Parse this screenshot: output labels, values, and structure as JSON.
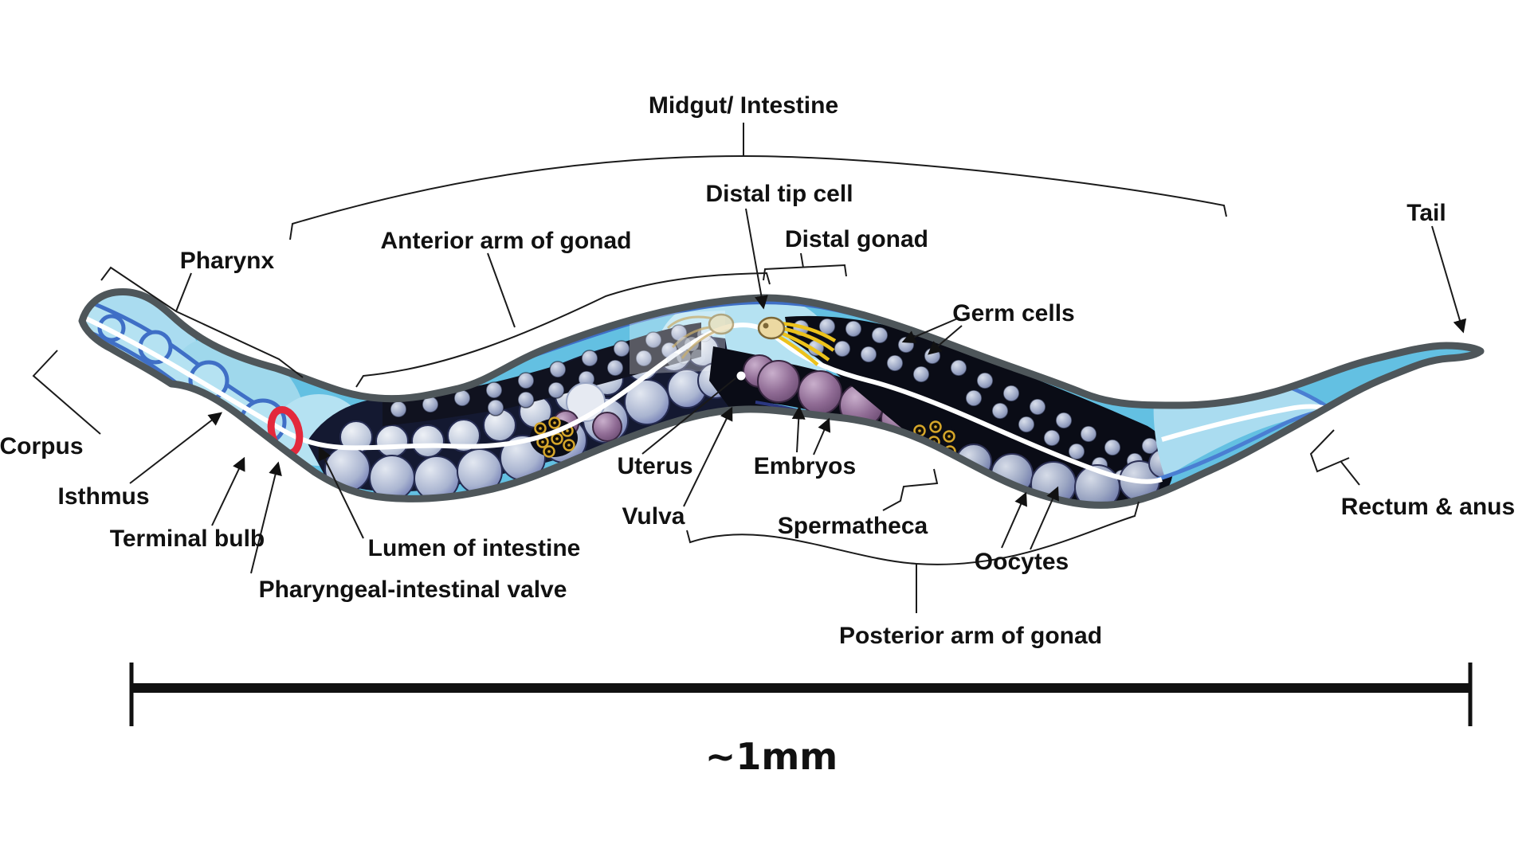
{
  "diagram": {
    "subject": "C. elegans anatomy diagram",
    "labels": {
      "midgut": "Midgut/ Intestine",
      "distal_tip_cell": "Distal tip cell",
      "anterior_arm": "Anterior arm of gonad",
      "distal_gonad": "Distal gonad",
      "tail": "Tail",
      "pharynx": "Pharynx",
      "germ_cells": "Germ cells",
      "corpus": "Corpus",
      "isthmus": "Isthmus",
      "terminal_bulb": "Terminal bulb",
      "lumen": "Lumen of intestine",
      "valve": "Pharyngeal-intestinal valve",
      "uterus": "Uterus",
      "vulva": "Vulva",
      "embryos": "Embryos",
      "spermatheca": "Spermatheca",
      "oocytes": "Oocytes",
      "rectum_anus": "Rectum & anus",
      "posterior_arm": "Posterior arm of gonad"
    },
    "scale_bar": {
      "label": "~1mm"
    },
    "colors": {
      "body_blue": "#63c0e2",
      "body_outline": "#4e565a",
      "pharynx_light": "#b5e2f2",
      "pharynx_outline": "#3f6fc6",
      "lumen_white": "#ffffff",
      "valve_red": "#e3293c",
      "gonad_black": "#0a0c16",
      "germ_cell_gray": "#9aa5c4",
      "embryo_purple": "#8f6b94",
      "oocyte_gray": "#9aa5c2",
      "sperm_gold": "#d5a62a",
      "tip_cell_cream": "#ecd9a2",
      "label_text": "#111111"
    }
  }
}
